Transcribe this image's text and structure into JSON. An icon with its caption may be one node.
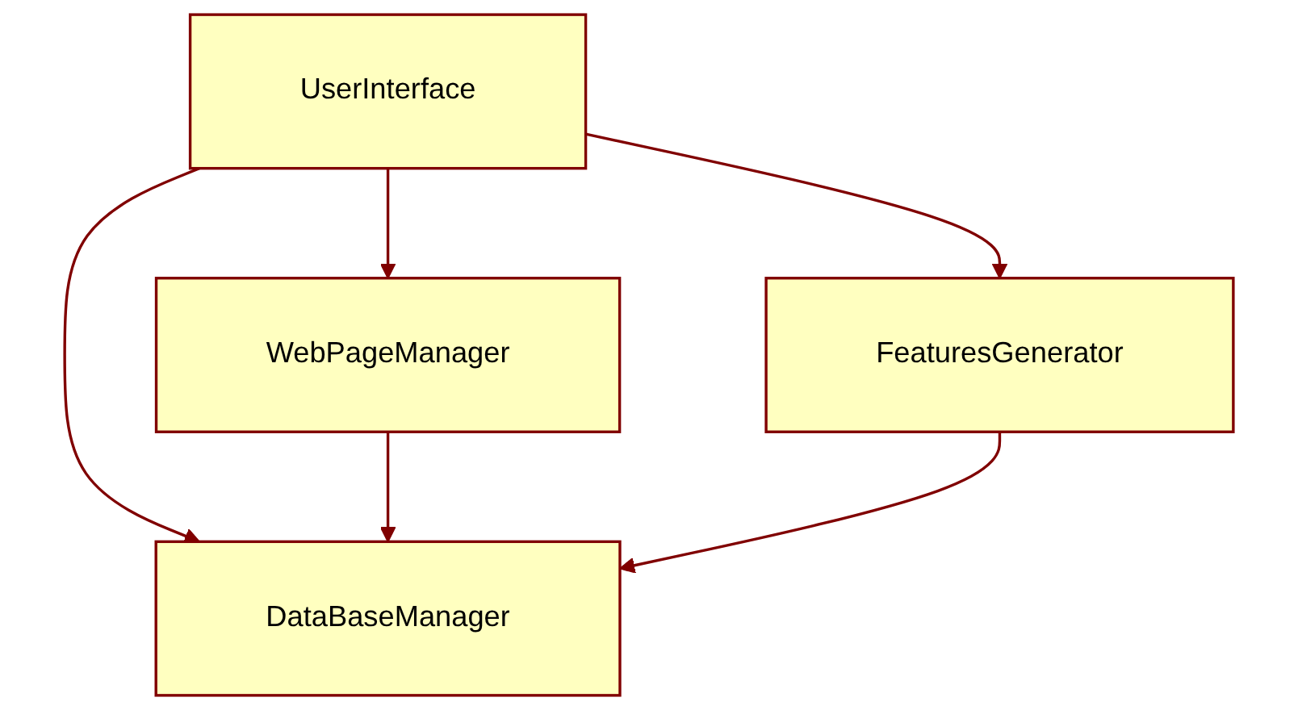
{
  "diagram": {
    "nodes": [
      {
        "text": [
          "UserInterface"
        ]
      },
      {
        "text": [
          "WebPageManager"
        ]
      },
      {
        "text": [
          "FeaturesGenerator"
        ]
      },
      {
        "text": [
          "DataBaseManager"
        ]
      }
    ],
    "edges": [
      {
        "from": 0,
        "to": 1,
        "arrow": "to"
      },
      {
        "from": 0,
        "to": 3,
        "arrow": "to"
      },
      {
        "from": 0,
        "to": 2,
        "arrow": "to"
      },
      {
        "from": 1,
        "to": 3,
        "arrow": "to"
      },
      {
        "from": 2,
        "to": 3,
        "arrow": "to"
      }
    ]
  }
}
